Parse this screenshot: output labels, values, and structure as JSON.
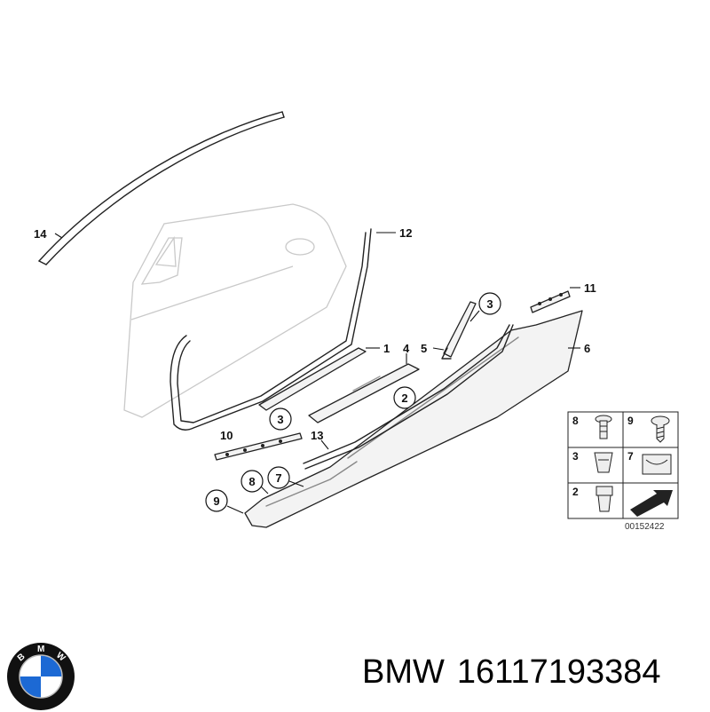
{
  "callouts": {
    "c14": "14",
    "c12": "12",
    "c11": "11",
    "c3a": "3",
    "c1": "1",
    "c4": "4",
    "c5": "5",
    "c6": "6",
    "c2": "2",
    "c3b": "3",
    "c10": "10",
    "c13": "13",
    "c8": "8",
    "c7": "7",
    "c9": "9"
  },
  "legend": {
    "r1a": "8",
    "r1b": "9",
    "r2a": "3",
    "r2b": "7",
    "r3a": "2"
  },
  "doc_number": "00152422",
  "caption": {
    "brand": "BMW",
    "part_number": "16117193384"
  },
  "logo": {
    "letters": [
      "B",
      "M",
      "W"
    ],
    "colors": {
      "blue": "#1c69d4",
      "white": "#ffffff",
      "ring": "#111111"
    }
  }
}
